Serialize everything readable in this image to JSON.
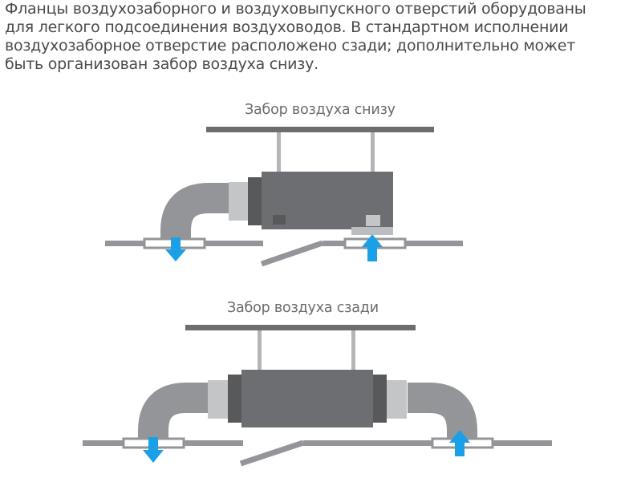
{
  "intro": {
    "lines": [
      "Фланцы воздухозаборного и воздуховыпускного отверстий оборудованы",
      "для легкого подсоединения воздуховодов. В стандартном исполнении",
      "воздухозаборное отверстие расположено сзади; дополнительно может",
      "быть организован забор воздуха снизу."
    ]
  },
  "diagrams": {
    "bottom_intake": {
      "title": "Забор воздуха снизу"
    },
    "rear_intake": {
      "title": "Забор воздуха сзади"
    }
  },
  "colors": {
    "text": "#4a4a4a",
    "heading": "#6b6b6b",
    "ceiling": "#6d6d70",
    "hanger": "#b5b5b7",
    "unit_body": "#6d6e71",
    "unit_ends": "#58595b",
    "duct": "#939598",
    "coupling": "#c4c5c7",
    "flange": "#bcbdc0",
    "floor_line": "#939598",
    "airflow_arrow": "#1aa0e6"
  }
}
